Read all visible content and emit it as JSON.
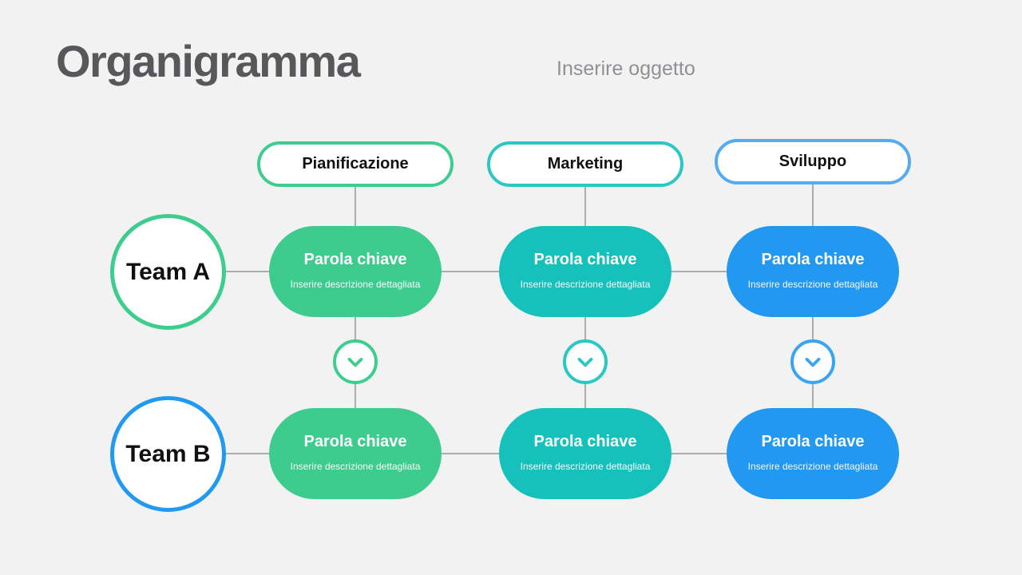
{
  "page": {
    "background_color": "#f2f2f3",
    "line_color": "#abadaf"
  },
  "header": {
    "title": "Organigramma",
    "subtitle": "Inserire oggetto",
    "title_color": "#57585a",
    "subtitle_color": "#8f9194"
  },
  "columns": [
    {
      "label": "Pianificazione",
      "header_border_color": "#3ecd8f",
      "node_fill_color": "#3ecb8e",
      "chevron_color": "#3ecd8f"
    },
    {
      "label": "Marketing",
      "header_border_color": "#2bc7c4",
      "node_fill_color": "#17c1bb",
      "chevron_color": "#2bc7c4"
    },
    {
      "label": "Sviluppo",
      "header_border_color": "#55abee",
      "node_fill_color": "#2298f0",
      "chevron_color": "#3ba4f0"
    }
  ],
  "rows": [
    {
      "label": "Team A",
      "circle_border_color": "#3ecd8f"
    },
    {
      "label": "Team B",
      "circle_border_color": "#2199f1"
    }
  ],
  "nodes": [
    {
      "title": "Parola chiave",
      "description": "Inserire descrizione dettagliata"
    },
    {
      "title": "Parola chiave",
      "description": "Inserire descrizione dettagliata"
    },
    {
      "title": "Parola chiave",
      "description": "Inserire descrizione dettagliata"
    },
    {
      "title": "Parola chiave",
      "description": "Inserire descrizione dettagliata"
    },
    {
      "title": "Parola chiave",
      "description": "Inserire descrizione dettagliata"
    },
    {
      "title": "Parola chiave",
      "description": "Inserire descrizione dettagliata"
    }
  ]
}
